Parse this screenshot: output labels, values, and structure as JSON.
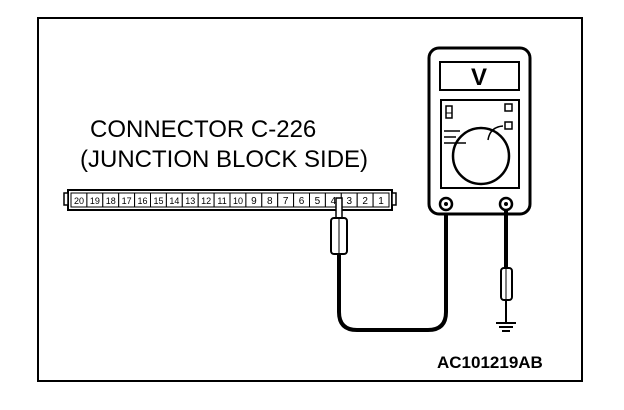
{
  "connector": {
    "name": "CONNECTOR C-226",
    "side": "(JUNCTION BLOCK SIDE)",
    "pins": [
      "20",
      "19",
      "18",
      "17",
      "16",
      "15",
      "14",
      "13",
      "12",
      "11",
      "10",
      "9",
      "8",
      "7",
      "6",
      "5",
      "4",
      "3",
      "2",
      "1"
    ],
    "probed_pin": "4"
  },
  "meter": {
    "display_symbol": "V"
  },
  "reference_code": "AC101219AB",
  "icons": {
    "meter": "voltmeter-icon",
    "ground": "ground-symbol-icon"
  }
}
